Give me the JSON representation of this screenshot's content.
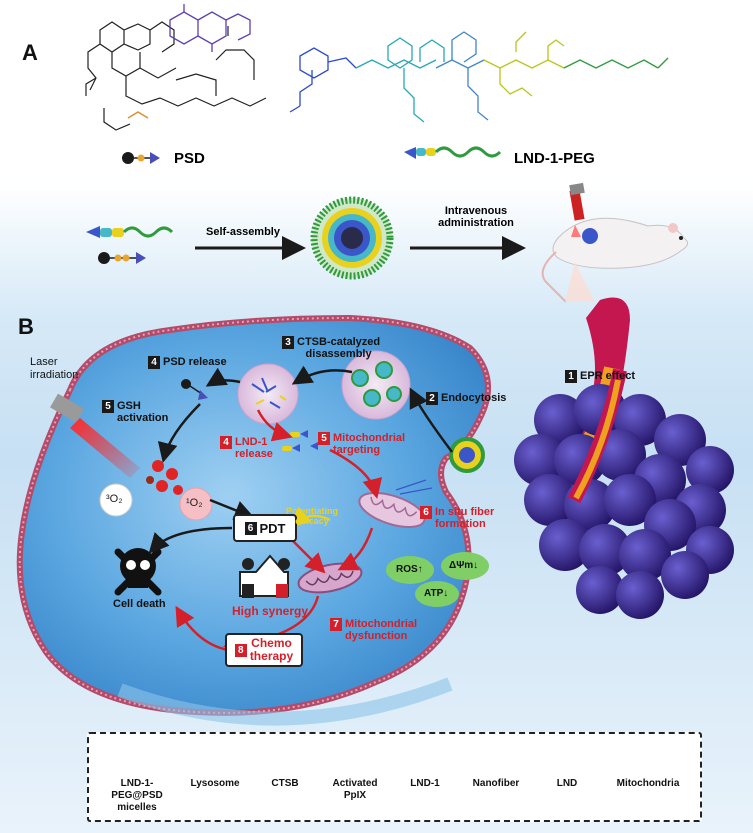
{
  "panelA": {
    "label": "A",
    "psd_name": "PSD",
    "lnd_name": "LND-1-PEG",
    "arrow1": "Self-assembly",
    "arrow2_line1": "Intravenous",
    "arrow2_line2": "administration"
  },
  "panelB": {
    "label": "B",
    "laser_line1": "Laser",
    "laser_line2": "irradiation",
    "steps": {
      "s1": {
        "n": "1",
        "text": "EPR effect"
      },
      "s2": {
        "n": "2",
        "text": "Endocytosis"
      },
      "s3": {
        "n": "3",
        "line1": "CTSB-catalyzed",
        "line2": "disassembly"
      },
      "s4a": {
        "n": "4",
        "text": "PSD release"
      },
      "s4b": {
        "n": "4",
        "line1": "LND-1",
        "line2": "release"
      },
      "s5a": {
        "n": "5",
        "line1": "GSH",
        "line2": "activation"
      },
      "s5b": {
        "n": "5",
        "line1": "Mitochondrial",
        "line2": "targeting"
      },
      "s6a": {
        "n": "6",
        "text": "PDT"
      },
      "s6b": {
        "n": "6",
        "line1": "In situ fiber",
        "line2": "formation"
      },
      "s7": {
        "n": "7",
        "line1": "Mitochondrial",
        "line2": "dysfunction"
      },
      "s8": {
        "n": "8",
        "line1": "Chemo",
        "line2": "therapy"
      }
    },
    "o2_triplet": "³O₂",
    "o2_singlet": "¹O₂",
    "potentiating_line1": "Potentiating",
    "potentiating_line2": "efficacy",
    "ros": "ROS↑",
    "dpsi": "ΔΨm↓",
    "atp": "ATP↓",
    "high_synergy": "High synergy",
    "cell_death": "Cell death"
  },
  "legend": [
    {
      "line1": "LND-1-PEG@PSD",
      "line2": "micelles",
      "icon": "micelle-icon"
    },
    {
      "line1": "Lysosome",
      "line2": "",
      "icon": "lysosome-icon"
    },
    {
      "line1": "CTSB",
      "line2": "",
      "icon": "ctsb-icon"
    },
    {
      "line1": "Activated",
      "line2": "PpIX",
      "icon": "ppix-icon"
    },
    {
      "line1": "LND-1",
      "line2": "",
      "icon": "lnd1-icon"
    },
    {
      "line1": "Nanofiber",
      "line2": "",
      "icon": "nanofiber-icon"
    },
    {
      "line1": "LND",
      "line2": "",
      "icon": "lnd-icon"
    },
    {
      "line1": "Mitochondria",
      "line2": "",
      "icon": "mitochondria-icon"
    }
  ],
  "colors": {
    "red": "#d4202a",
    "cell": "#3d8fd4",
    "tumor": "#2b1a78",
    "green": "#2fa84f",
    "yellow": "#e8d21e"
  }
}
